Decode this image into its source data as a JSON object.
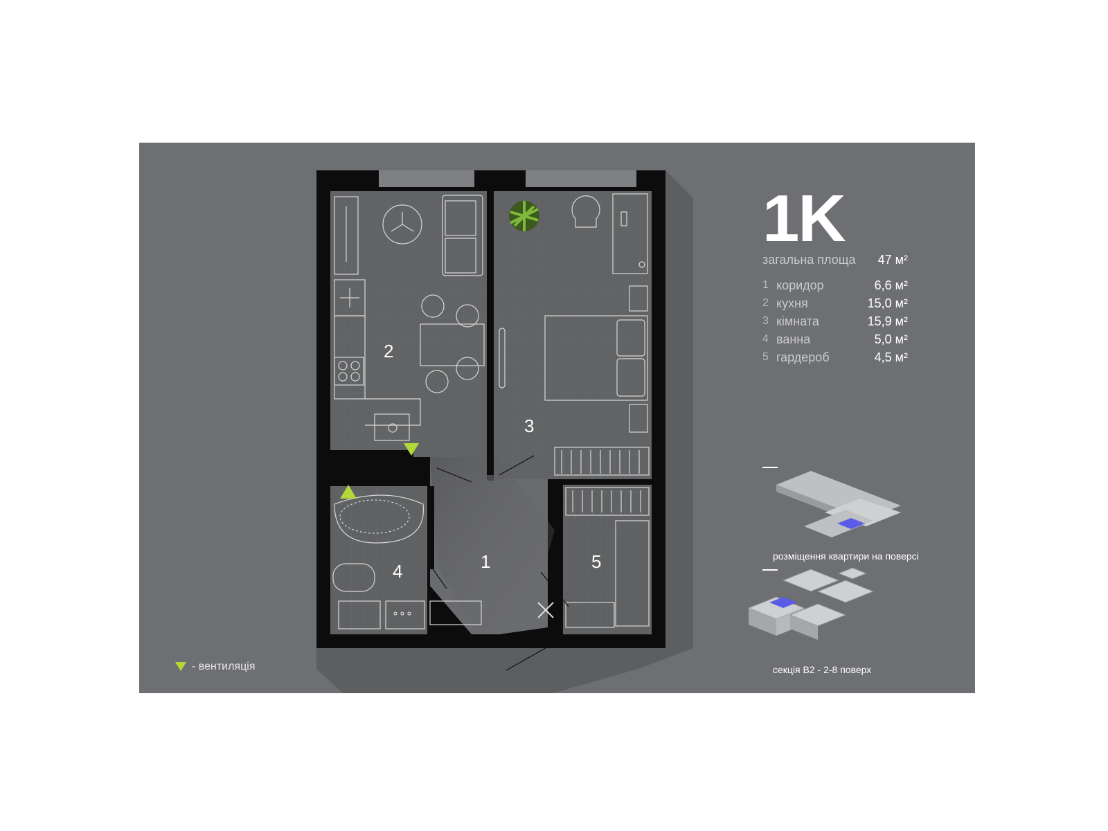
{
  "apartment": {
    "type_label": "1K",
    "total_area_label": "загальна площа",
    "total_area_value": "47 м²",
    "rooms": [
      {
        "num": "1",
        "name": "коридор",
        "area": "6,6 м²"
      },
      {
        "num": "2",
        "name": "кухня",
        "area": "15,0 м²"
      },
      {
        "num": "3",
        "name": "кімната",
        "area": "15,9 м²"
      },
      {
        "num": "4",
        "name": "ванна",
        "area": "5,0 м²"
      },
      {
        "num": "5",
        "name": "гардероб",
        "area": "4,5 м²"
      }
    ]
  },
  "plan_labels": {
    "r1": "1",
    "r2": "2",
    "r3": "3",
    "r4": "4",
    "r5": "5"
  },
  "captions": {
    "floor_position": "розміщення квартири на поверсі",
    "section": "секція В2 - 2-8 поверх"
  },
  "legend": {
    "ventilation": "- вентиляція"
  },
  "colors": {
    "background": "#6e6f72",
    "walls": "#0c0c0c",
    "floor": "#626365",
    "ventilation": "#b4d83a",
    "highlight": "#5a5ce8"
  },
  "icons": [
    "plant-icon",
    "ventilation-triangle-icon",
    "entrance-cross-icon",
    "section-building-icon",
    "floor-position-icon"
  ]
}
